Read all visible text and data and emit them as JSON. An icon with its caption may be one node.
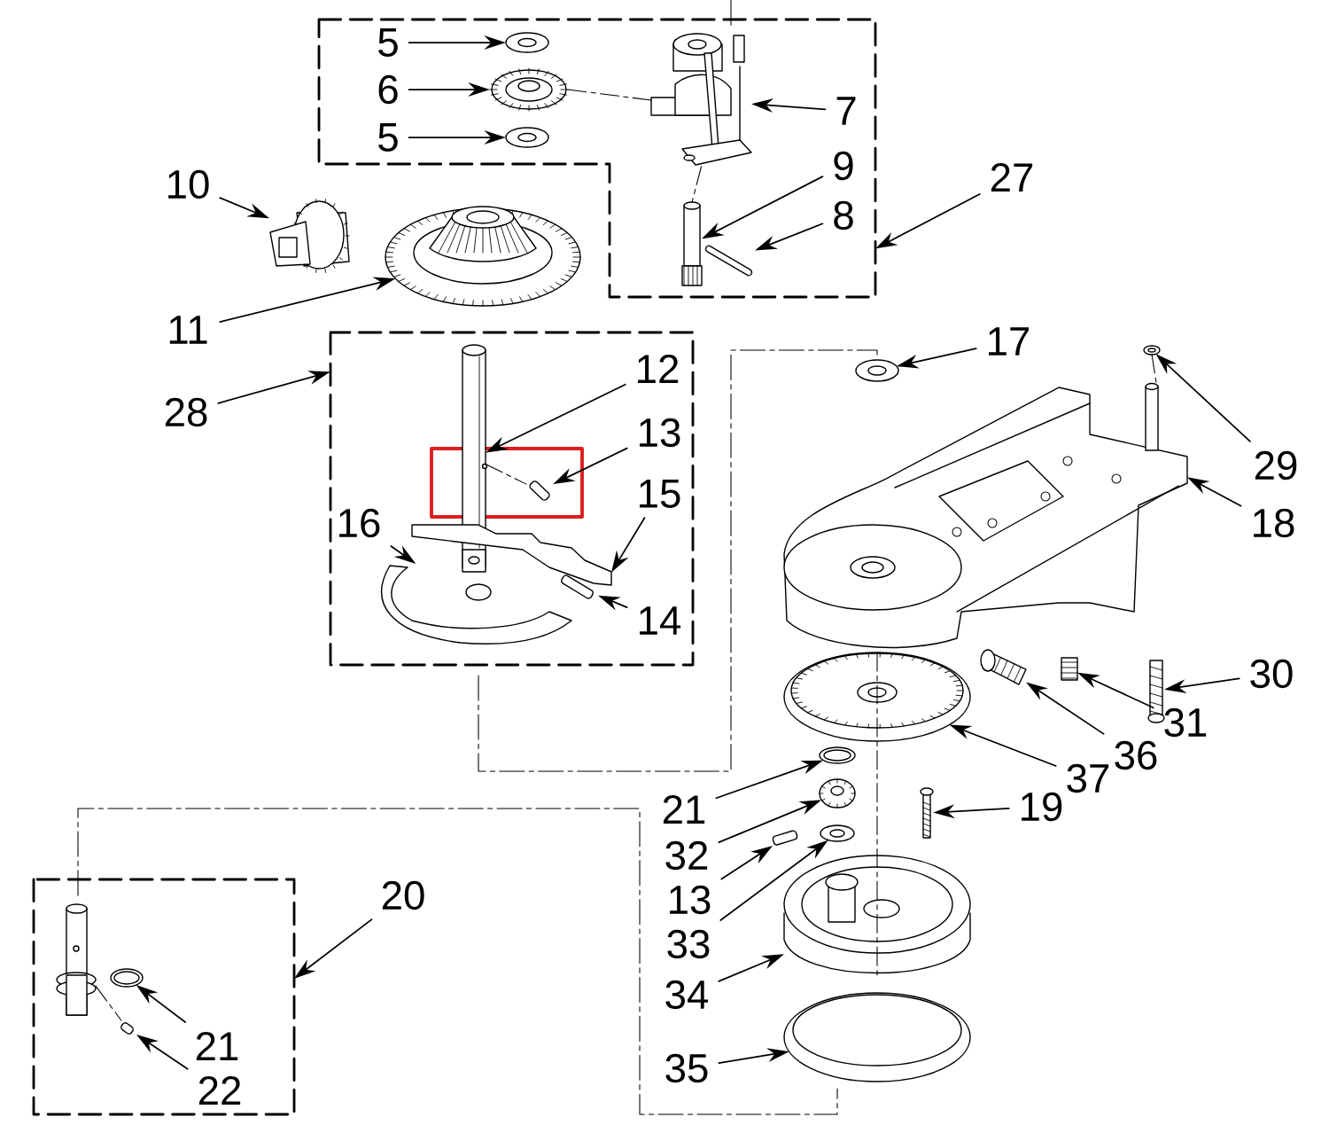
{
  "diagram": {
    "nodes": [
      {
        "text": [],
        "shape": "box"
      },
      {
        "text": [
          "5"
        ],
        "in": 0
      },
      {
        "text": [],
        "shape": "picture",
        "in": 0
      },
      {
        "text": [
          "6"
        ],
        "in": 0
      },
      {
        "text": [],
        "shape": "picture",
        "in": 0
      },
      {
        "text": [
          "5"
        ],
        "in": 0
      },
      {
        "text": [],
        "shape": "picture",
        "in": 0
      },
      {
        "text": [],
        "shape": "picture",
        "in": 0
      },
      {
        "text": [
          "7"
        ],
        "in": 0
      },
      {
        "text": [
          "9"
        ],
        "in": 0
      },
      {
        "text": [],
        "shape": "picture",
        "in": 0
      },
      {
        "text": [
          "8"
        ],
        "in": 0
      },
      {
        "text": [],
        "shape": "picture",
        "in": 0
      },
      {
        "text": [
          "27"
        ]
      },
      {
        "text": [
          "10"
        ]
      },
      {
        "text": [],
        "shape": "picture"
      },
      {
        "text": [
          "11"
        ]
      },
      {
        "text": [],
        "shape": "picture"
      },
      {
        "text": [],
        "shape": "box"
      },
      {
        "text": [
          "28"
        ]
      },
      {
        "text": [
          "12"
        ],
        "in": 18
      },
      {
        "text": [],
        "shape": "picture",
        "in": 18
      },
      {
        "text": [
          "13"
        ],
        "in": 18
      },
      {
        "text": [],
        "shape": "picture",
        "in": 18
      },
      {
        "text": [
          "15"
        ],
        "in": 18
      },
      {
        "text": [],
        "shape": "picture",
        "in": 18
      },
      {
        "text": [
          "16"
        ],
        "in": 18
      },
      {
        "text": [],
        "shape": "picture",
        "in": 18
      },
      {
        "text": [
          "14"
        ],
        "in": 18
      },
      {
        "text": [],
        "shape": "picture",
        "in": 18
      },
      {
        "text": [
          "17"
        ]
      },
      {
        "text": [],
        "shape": "picture"
      },
      {
        "text": [
          "29"
        ]
      },
      {
        "text": [],
        "shape": "picture"
      },
      {
        "text": [],
        "shape": "picture"
      },
      {
        "text": [
          "18"
        ]
      },
      {
        "text": [],
        "shape": "picture"
      },
      {
        "text": [
          "30"
        ]
      },
      {
        "text": [],
        "shape": "picture"
      },
      {
        "text": [
          "31"
        ]
      },
      {
        "text": [],
        "shape": "picture"
      },
      {
        "text": [
          "36"
        ]
      },
      {
        "text": [],
        "shape": "picture"
      },
      {
        "text": [
          "37"
        ]
      },
      {
        "text": [],
        "shape": "picture"
      },
      {
        "text": [
          "21"
        ]
      },
      {
        "text": [
          "19"
        ]
      },
      {
        "text": [],
        "shape": "picture"
      },
      {
        "text": [],
        "shape": "picture"
      },
      {
        "text": [
          "32"
        ]
      },
      {
        "text": [],
        "shape": "picture"
      },
      {
        "text": [
          "13"
        ]
      },
      {
        "text": [],
        "shape": "picture"
      },
      {
        "text": [
          "33"
        ]
      },
      {
        "text": [],
        "shape": "picture"
      },
      {
        "text": [
          "34"
        ]
      },
      {
        "text": [],
        "shape": "picture"
      },
      {
        "text": [
          "35"
        ]
      },
      {
        "text": [],
        "shape": "box"
      },
      {
        "text": [
          "20"
        ]
      },
      {
        "text": [],
        "shape": "picture",
        "in": 58
      },
      {
        "text": [],
        "shape": "picture",
        "in": 58
      },
      {
        "text": [
          "21"
        ],
        "in": 58
      },
      {
        "text": [],
        "shape": "picture",
        "in": 58
      },
      {
        "text": [
          "22"
        ],
        "in": 58
      }
    ],
    "edges": [
      {
        "from": 1,
        "to": 2,
        "arrow": "to"
      },
      {
        "from": 3,
        "to": 4,
        "arrow": "to"
      },
      {
        "from": 5,
        "to": 6,
        "arrow": "to"
      },
      {
        "from": 8,
        "to": 7,
        "arrow": "to"
      },
      {
        "from": 9,
        "to": 10,
        "arrow": "to"
      },
      {
        "from": 11,
        "to": 12,
        "arrow": "to"
      },
      {
        "from": 13,
        "to": 0,
        "arrow": "to"
      },
      {
        "from": 14,
        "to": 15,
        "arrow": "to"
      },
      {
        "from": 16,
        "to": 17,
        "arrow": "to"
      },
      {
        "from": 19,
        "to": 18,
        "arrow": "to"
      },
      {
        "from": 20,
        "to": 21,
        "arrow": "to"
      },
      {
        "from": 22,
        "to": 23,
        "arrow": "to"
      },
      {
        "from": 24,
        "to": 25,
        "arrow": "to"
      },
      {
        "from": 26,
        "to": 27,
        "arrow": "to"
      },
      {
        "from": 28,
        "to": 29,
        "arrow": "to"
      },
      {
        "from": 30,
        "to": 31,
        "arrow": "to"
      },
      {
        "from": 32,
        "to": 33,
        "arrow": "to"
      },
      {
        "from": 35,
        "to": 34,
        "arrow": "to"
      },
      {
        "from": 37,
        "to": 36,
        "arrow": "to"
      },
      {
        "from": 39,
        "to": 38,
        "arrow": "to"
      },
      {
        "from": 41,
        "to": 40,
        "arrow": "to"
      },
      {
        "from": 43,
        "to": 42,
        "arrow": "to"
      },
      {
        "from": 45,
        "to": 44,
        "arrow": "to"
      },
      {
        "from": 46,
        "to": 47,
        "arrow": "to"
      },
      {
        "from": 49,
        "to": 48,
        "arrow": "to"
      },
      {
        "from": 51,
        "to": 50,
        "arrow": "to"
      },
      {
        "from": 53,
        "to": 52,
        "arrow": "to"
      },
      {
        "from": 55,
        "to": 54,
        "arrow": "to"
      },
      {
        "from": 57,
        "to": 56,
        "arrow": "to"
      },
      {
        "from": 59,
        "to": 58,
        "arrow": "to"
      },
      {
        "from": 62,
        "to": 61,
        "arrow": "to"
      },
      {
        "from": 64,
        "to": 63,
        "arrow": "to"
      },
      {
        "from": 4,
        "to": 7,
        "arrow": "none",
        "style": "dashed"
      },
      {
        "from": 7,
        "to": 10,
        "arrow": "none",
        "style": "dashed"
      },
      {
        "from": 21,
        "to": 23,
        "arrow": "none",
        "style": "dashed"
      },
      {
        "from": 33,
        "to": 34,
        "arrow": "none",
        "style": "dashed"
      },
      {
        "from": 42,
        "to": 54,
        "arrow": "none",
        "style": "dashed"
      },
      {
        "from": 60,
        "to": 63,
        "arrow": "none",
        "style": "dashed"
      }
    ]
  }
}
